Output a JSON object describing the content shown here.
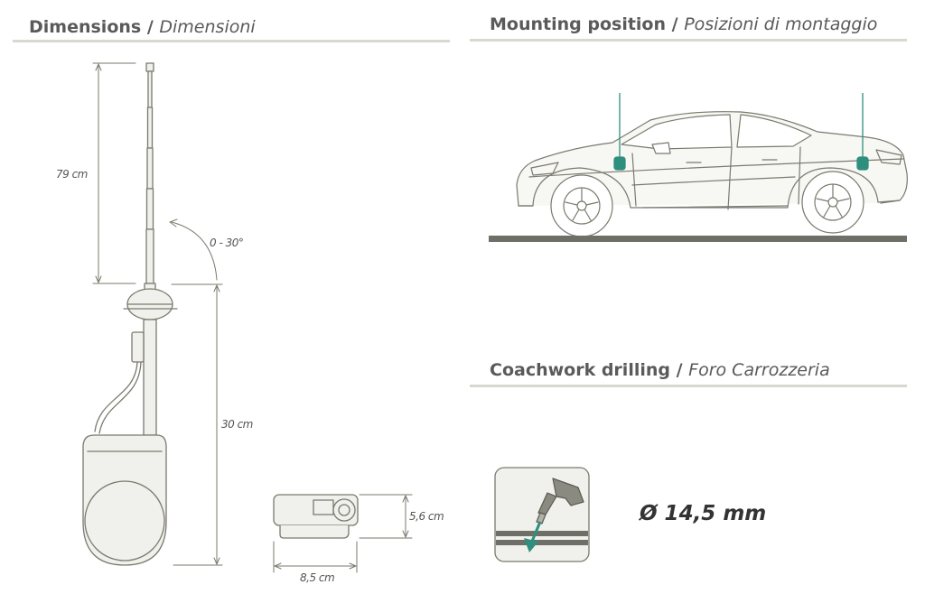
{
  "dimensions": {
    "title_en": "Dimensions",
    "separator": " / ",
    "title_it": "Dimensioni",
    "mast_length": "79 cm",
    "tilt_range": "0 - 30°",
    "body_height": "30 cm",
    "box_height": "5,6 cm",
    "box_width": "8,5 cm"
  },
  "mounting": {
    "title_en": "Mounting position",
    "separator": " / ",
    "title_it": "Posizioni di montaggio"
  },
  "drilling": {
    "title_en": "Coachwork drilling",
    "separator": " / ",
    "title_it": "Foro Carrozzeria",
    "hole_diameter": "Ø 14,5 mm"
  },
  "colors": {
    "line": "#7a7a6e",
    "fill": "#f0f0ec",
    "accent": "#2f8f7e",
    "ground": "#6e7068",
    "rule": "#d8d8d0"
  },
  "icons": [
    "drill-icon"
  ]
}
